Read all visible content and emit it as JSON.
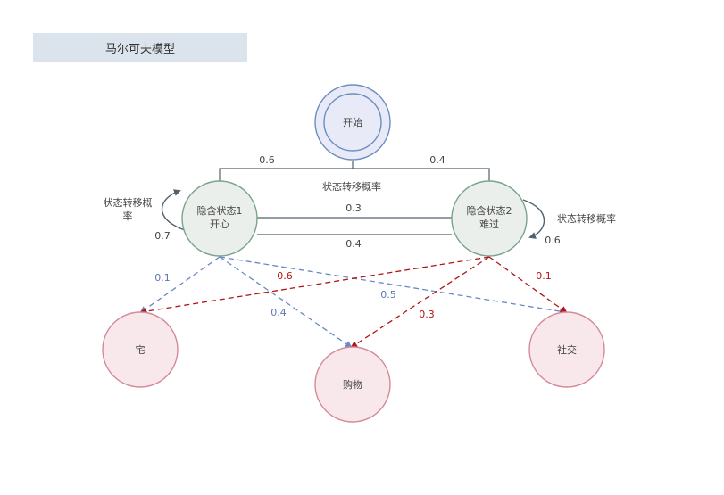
{
  "title": "马尔可夫模型",
  "nodes": {
    "start": {
      "label": "开始"
    },
    "hidden1": {
      "line1": "隐含状态1",
      "line2": "开心"
    },
    "hidden2": {
      "line1": "隐含状态2",
      "line2": "难过"
    },
    "obs_home": {
      "label": "宅"
    },
    "obs_shopping": {
      "label": "购物"
    },
    "obs_social": {
      "label": "社交"
    }
  },
  "edges": {
    "start_to_h1": "0.6",
    "start_to_h2": "0.4",
    "transition_caption": "状态转移概率",
    "h1_to_h2": "0.3",
    "h2_to_h1": "0.4",
    "h1_self": "0.7",
    "h1_self_caption_line1": "状态转移概",
    "h1_self_caption_line2": "率",
    "h2_self": "0.6",
    "h2_self_caption": "状态转移概率",
    "h1_home": "0.1",
    "h1_shopping": "0.4",
    "h1_social": "0.5",
    "h2_home": "0.6",
    "h2_shopping": "0.3",
    "h2_social": "0.1"
  },
  "colors": {
    "start_fill": "#e8ebf7",
    "start_stroke": "#6c8ebf",
    "hidden_fill": "#ebefec",
    "hidden_stroke": "#7aa38c",
    "obs_fill": "#f8e8ec",
    "obs_stroke": "#d48a98",
    "line_dark": "#4f6270",
    "blue_dashed": "#6a89c6",
    "red_dashed": "#b01515"
  }
}
